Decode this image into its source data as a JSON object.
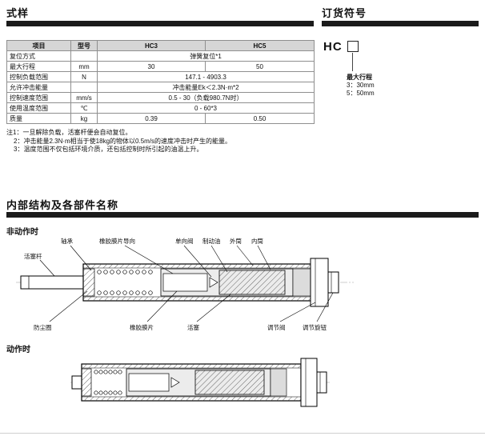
{
  "spec": {
    "title": "式样",
    "table": {
      "col_item": "项目",
      "col_model": "型号",
      "col_hc3": "HC3",
      "col_hc5": "HC5",
      "rows": [
        {
          "label": "复位方式",
          "unit": "",
          "value": "弹簧复位*1"
        },
        {
          "label": "最大行程",
          "unit": "mm",
          "hc3": "30",
          "hc5": "50"
        },
        {
          "label": "控制负载范围",
          "unit": "N",
          "value": "147.1 - 4903.3"
        },
        {
          "label": "允许冲击能量",
          "unit": "",
          "value": "冲击能量Ek＜2.3N·m*2"
        },
        {
          "label": "控制速度范围",
          "unit": "mm/s",
          "value": "0.5 - 30（负载980.7N时）"
        },
        {
          "label": "使用温度范围",
          "unit": "℃",
          "value": "0 - 60*3"
        },
        {
          "label": "质量",
          "unit": "kg",
          "hc3": "0.39",
          "hc5": "0.50"
        }
      ]
    },
    "notes": [
      "注1：一旦解除负载，活塞杆便会自动复位。",
      "2：冲击能量2.3N·m相当于使18kg的物体以0.5m/s的速度冲击时产生的能量。",
      "3：温度范围不仅包括环境介质，还包括控制时所引起的油温上升。"
    ]
  },
  "order": {
    "title": "订货符号",
    "model": "HC",
    "legend_title": "最大行程",
    "options": [
      "3：30mm",
      "5：50mm"
    ]
  },
  "structure": {
    "title": "内部结构及各部件名称",
    "state1": "非动作时",
    "state2": "动作时",
    "parts": [
      "活塞杆",
      "轴承",
      "橡胶膜片导向",
      "单向阀",
      "制动油",
      "外筒",
      "内筒",
      "防尘圈",
      "橡胶膜片",
      "活塞",
      "调节阀",
      "调节旋钮"
    ]
  }
}
